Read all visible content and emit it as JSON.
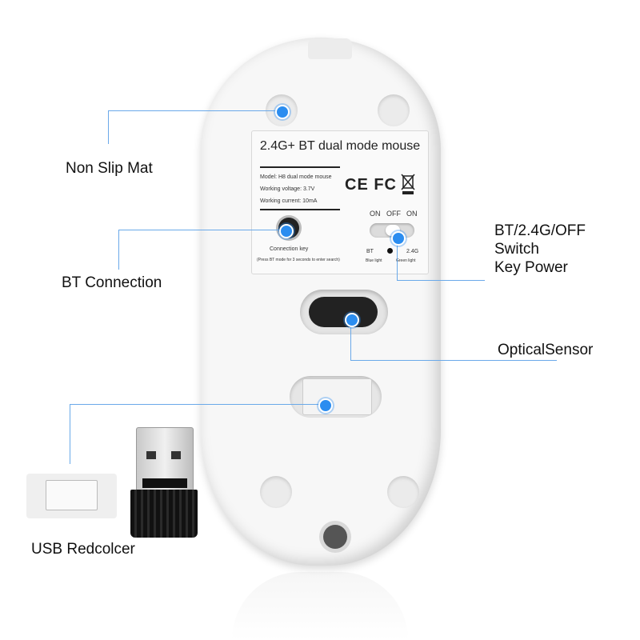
{
  "callouts": {
    "non_slip_mat": "Non Slip Mat",
    "bt_connection": "BT Connection",
    "switch_line1": "BT/2.4G/OFF",
    "switch_line2": "Switch",
    "switch_line3": "Key Power",
    "optical_sensor": "OpticalSensor",
    "usb_receiver": "USB Redcolcer"
  },
  "label": {
    "title": "2.4G+ BT dual mode mouse",
    "model": "Model: H8 dual mode mouse",
    "voltage": "Working voltage: 3.7V",
    "current": "Working current: 10mA",
    "certs": "CE FC",
    "connection_key": "Connection key",
    "connection_hint": "(Press BT mode for 3 seconds to enter search)",
    "switch_on_left": "ON",
    "switch_off": "OFF",
    "switch_on_right": "ON",
    "bt": "BT",
    "g24": "2.4G",
    "blue_light": "Blue light",
    "green_light": "Green light"
  },
  "colors": {
    "accent": "#2b8df0",
    "line": "#6aa9e9"
  }
}
